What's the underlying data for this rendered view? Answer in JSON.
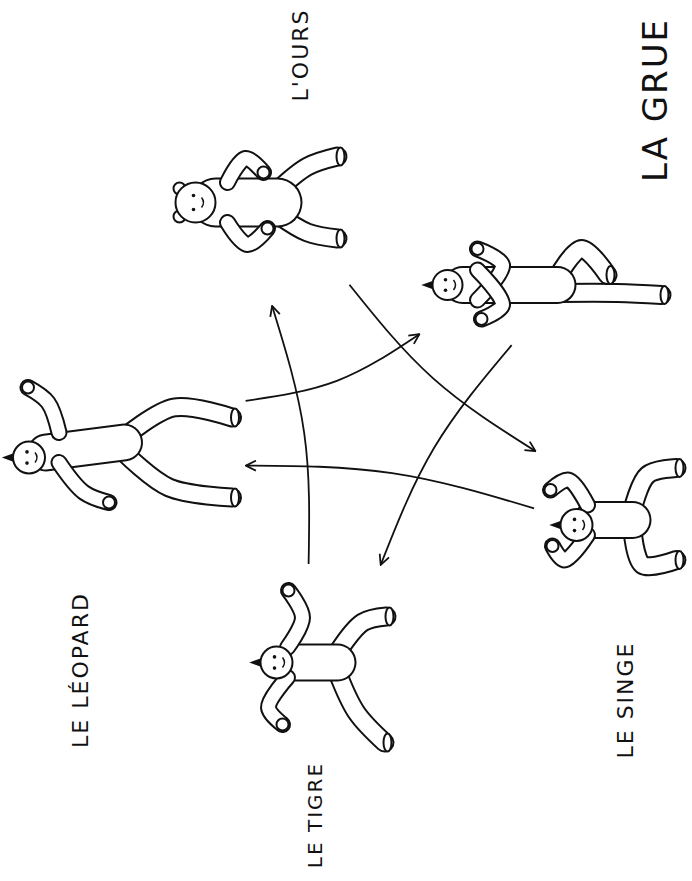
{
  "diagram": {
    "nodes": [
      {
        "text": [
          "L'OURS"
        ]
      },
      {
        "text": [
          "LA GRUE"
        ]
      },
      {
        "text": [
          "LE SINGE"
        ]
      },
      {
        "text": [
          "LE TIGRE"
        ]
      },
      {
        "text": [
          "LE LÉOPARD"
        ]
      }
    ],
    "edges": [
      {
        "from": 0,
        "to": 2,
        "arrow": "to"
      },
      {
        "from": 2,
        "to": 4,
        "arrow": "to"
      },
      {
        "from": 4,
        "to": 1,
        "arrow": "to"
      },
      {
        "from": 1,
        "to": 3,
        "arrow": "to"
      },
      {
        "from": 3,
        "to": 0,
        "arrow": "to"
      }
    ]
  }
}
